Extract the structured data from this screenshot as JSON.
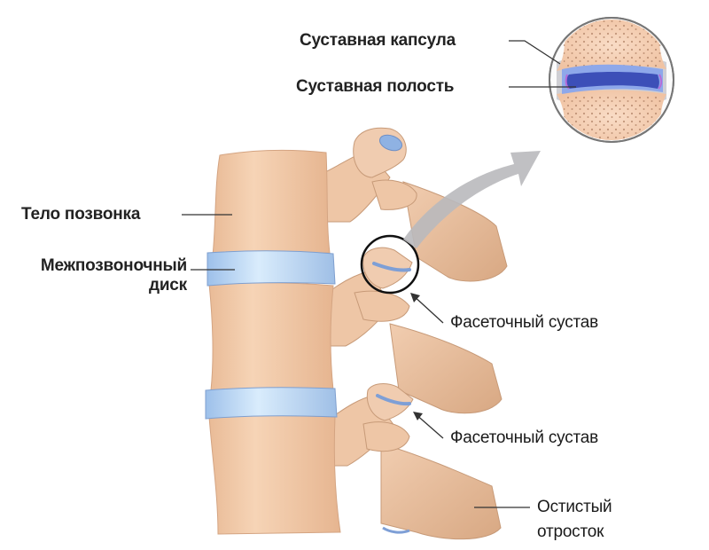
{
  "diagram": {
    "type": "anatomical-illustration",
    "subject": "lumbar spine segment with facet joints",
    "colors": {
      "bone": "#f2cba8",
      "bone_shadow": "#d9a987",
      "disc": "#a9c9ee",
      "disc_light": "#d6e8fb",
      "cavity": "#3d4fb5",
      "capsule": "#c9c9cf",
      "arrow": "#b8b8bc",
      "line": "#333333"
    },
    "labels": {
      "joint_capsule": "Суставная капсула",
      "joint_cavity": "Суставная полость",
      "vertebral_body": "Тело позвонка",
      "intervertebral_disc_line1": "Межпозвоночный",
      "intervertebral_disc_line2": "диск",
      "facet_joint_1": "Фасеточный сустав",
      "facet_joint_2": "Фасеточный сустав",
      "spinous_process_line1": "Остистый",
      "spinous_process_line2": "отросток"
    },
    "inset": {
      "description": "magnified facet joint showing capsule and cavity"
    }
  }
}
